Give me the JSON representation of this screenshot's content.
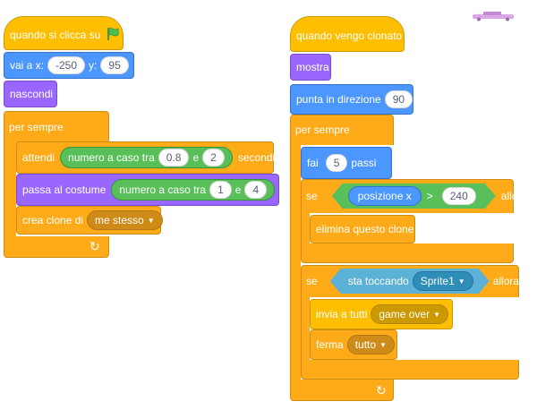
{
  "script1": {
    "when_flag_clicked": "quando si clicca su",
    "goto": {
      "label": "vai a x:",
      "x_value": "-250",
      "y_label": "y:",
      "y_value": "95"
    },
    "hide": "nascondi",
    "forever": "per sempre",
    "wait": {
      "label": "attendi",
      "random_label": "numero a caso tra",
      "from": "0.8",
      "and": "e",
      "to": "2",
      "unit": "secondi"
    },
    "switch_costume": {
      "label": "passa al costume",
      "random_label": "numero a caso tra",
      "from": "1",
      "and": "e",
      "to": "4"
    },
    "create_clone": {
      "label": "crea clone di",
      "target": "me stesso"
    }
  },
  "script2": {
    "when_clone": "quando vengo clonato",
    "show": "mostra",
    "point_direction": {
      "label": "punta in direzione",
      "value": "90"
    },
    "forever": "per sempre",
    "move": {
      "label": "fai",
      "value": "5",
      "unit": "passi"
    },
    "if1": {
      "if": "se",
      "reporter": "posizione x",
      "op": ">",
      "value": "240",
      "then": "allora"
    },
    "delete_clone": "elimina questo clone",
    "if2": {
      "if": "se",
      "label": "sta toccando",
      "target": "Sprite1",
      "then": "allora"
    },
    "broadcast": {
      "label": "invia a tutti",
      "message": "game over"
    },
    "stop": {
      "label": "ferma",
      "option": "tutto"
    }
  },
  "colors": {
    "events": "#ffbf00",
    "motion": "#4c97ff",
    "looks": "#9966ff",
    "control": "#ffab19",
    "operators": "#59c059",
    "sensing": "#5cb1d6"
  },
  "icons": {
    "flag": "green-flag-icon",
    "loop_arrow": "loop-arrow-icon",
    "sprite": "limo-car-sprite-thumbnail"
  }
}
